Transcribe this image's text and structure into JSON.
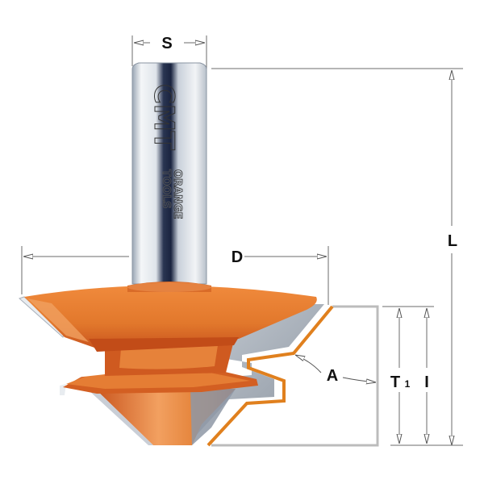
{
  "diagram": {
    "subject": "Lock miter router bit technical drawing",
    "brand": {
      "logo_text": "CMT",
      "line1": "ORANGE",
      "line2": "TOOLS"
    },
    "dimensions": {
      "shank_diameter": {
        "label": "S"
      },
      "cutting_diameter": {
        "label": "D"
      },
      "overall_length": {
        "label": "L"
      },
      "angle": {
        "label": "A"
      },
      "thickness": {
        "label": "T",
        "subscript": "1"
      },
      "cutting_height": {
        "label": "I"
      }
    },
    "colors": {
      "cutter_body": "#E07A2E",
      "cutter_shadow": "#C4521C",
      "cutter_highlight": "#F3A866",
      "carbide_edge": "#9AA3AE",
      "shank_light": "#E8ECF0",
      "shank_dark": "#1E2A44",
      "profile_line": "#E0801E",
      "workpiece_outline": "#B8B8B8",
      "dimension_line": "#6B6B6B"
    }
  }
}
